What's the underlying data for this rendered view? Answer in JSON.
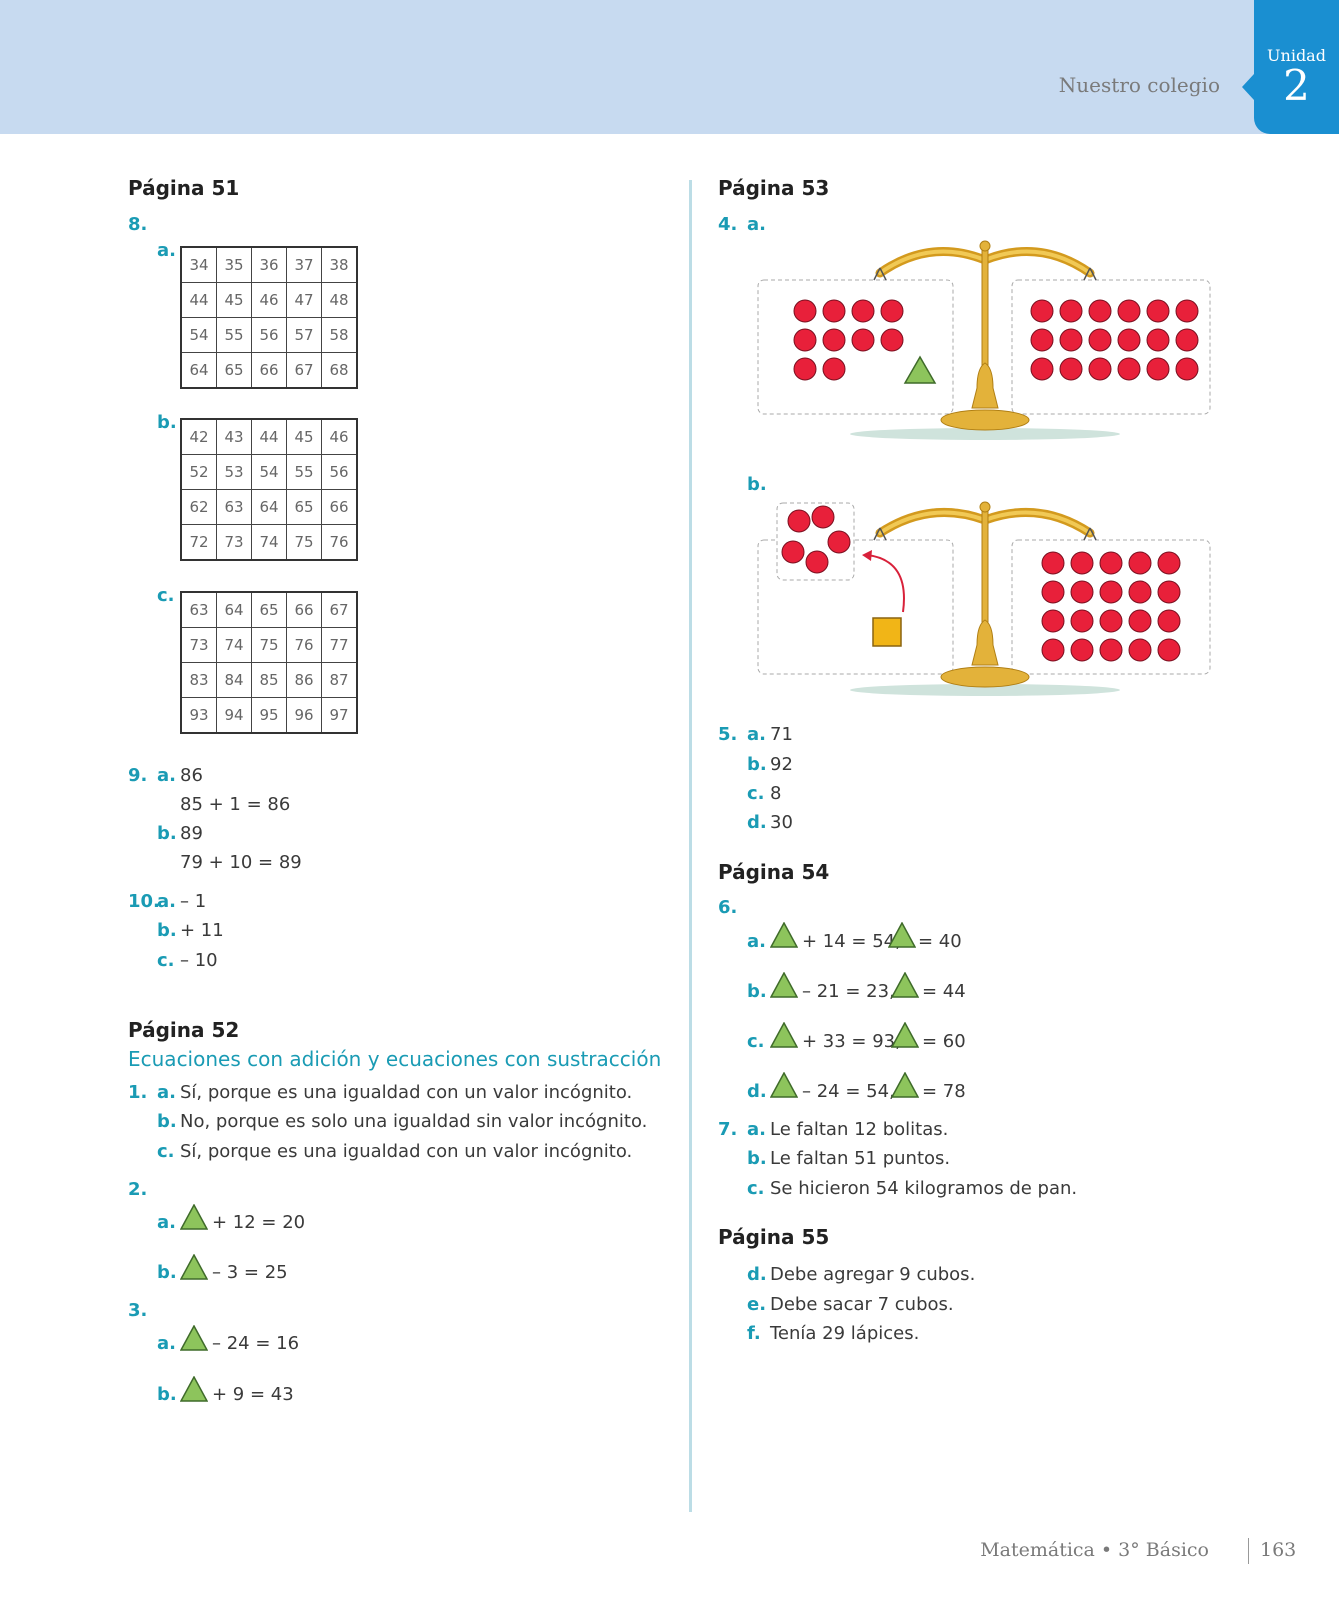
{
  "header": {
    "title": "Nuestro colegio",
    "unit_label": "Unidad",
    "unit_number": "2"
  },
  "left": {
    "p51": "Página 51",
    "q8": "8.",
    "grid_a_label": "a.",
    "grid_a": [
      [
        "34",
        "35",
        "36",
        "37",
        "38"
      ],
      [
        "44",
        "45",
        "46",
        "47",
        "48"
      ],
      [
        "54",
        "55",
        "56",
        "57",
        "58"
      ],
      [
        "64",
        "65",
        "66",
        "67",
        "68"
      ]
    ],
    "grid_b_label": "b.",
    "grid_b": [
      [
        "42",
        "43",
        "44",
        "45",
        "46"
      ],
      [
        "52",
        "53",
        "54",
        "55",
        "56"
      ],
      [
        "62",
        "63",
        "64",
        "65",
        "66"
      ],
      [
        "72",
        "73",
        "74",
        "75",
        "76"
      ]
    ],
    "grid_c_label": "c.",
    "grid_c": [
      [
        "63",
        "64",
        "65",
        "66",
        "67"
      ],
      [
        "73",
        "74",
        "75",
        "76",
        "77"
      ],
      [
        "83",
        "84",
        "85",
        "86",
        "87"
      ],
      [
        "93",
        "94",
        "95",
        "96",
        "97"
      ]
    ],
    "q9": "9.",
    "q9a_label": "a.",
    "q9a_answer": "86",
    "q9a_eq": "85 + 1 = 86",
    "q9b_label": "b.",
    "q9b_answer": "89",
    "q9b_eq": "79 + 10 = 89",
    "q10": "10.",
    "q10a_label": "a.",
    "q10a": "– 1",
    "q10b_label": "b.",
    "q10b": "+ 11",
    "q10c_label": "c.",
    "q10c": "– 10",
    "p52": "Página 52",
    "p52_subtitle": "Ecuaciones con adición y ecuaciones con sustracción",
    "q1": "1.",
    "q1a_label": "a.",
    "q1a": "Sí, porque es una igualdad con un valor incógnito.",
    "q1b_label": "b.",
    "q1b": "No, porque es solo una igualdad sin valor incógnito.",
    "q1c_label": "c.",
    "q1c": "Sí, porque es una igualdad con un valor incógnito.",
    "q2": "2.",
    "q2a_label": "a.",
    "q2a": "+ 12 = 20",
    "q2b_label": "b.",
    "q2b": "– 3 = 25",
    "q3": "3.",
    "q3a_label": "a.",
    "q3a": "– 24 = 16",
    "q3b_label": "b.",
    "q3b": "+ 9 = 43"
  },
  "right": {
    "p53": "Página 53",
    "q4": "4.",
    "q4a_label": "a.",
    "q4b_label": "b.",
    "q5": "5.",
    "q5a_label": "a.",
    "q5a": "71",
    "q5b_label": "b.",
    "q5b": "92",
    "q5c_label": "c.",
    "q5c": "8",
    "q5d_label": "d.",
    "q5d": "30",
    "p54": "Página 54",
    "q6": "6.",
    "q6a_label": "a.",
    "q6a_1": "+ 14 = 54,",
    "q6a_2": "= 40",
    "q6b_label": "b.",
    "q6b_1": "– 21 = 23,",
    "q6b_2": "= 44",
    "q6c_label": "c.",
    "q6c_1": "+ 33 = 93,",
    "q6c_2": "= 60",
    "q6d_label": "d.",
    "q6d_1": "– 24 = 54,",
    "q6d_2": "= 78",
    "q7": "7.",
    "q7a_label": "a.",
    "q7a": "Le faltan 12 bolitas.",
    "q7b_label": "b.",
    "q7b": "Le faltan 51 puntos.",
    "q7c_label": "c.",
    "q7c": "Se hicieron 54 kilogramos de pan.",
    "p55": "Página 55",
    "q55d_label": "d.",
    "q55d": "Debe agregar 9 cubos.",
    "q55e_label": "e.",
    "q55e": "Debe sacar 7 cubos.",
    "q55f_label": "f.",
    "q55f": "Tenía 29 lápices."
  },
  "footer": {
    "text": "Matemática • 3° Básico",
    "page": "163"
  },
  "colors": {
    "header_bg": "#c7daf0",
    "tab": "#1a8fd1",
    "accent": "#1a9bb4",
    "circle": "#e8203a",
    "triangle": "#8dc45c",
    "square": "#f1b517",
    "scale_gold": "#e3b23a"
  }
}
